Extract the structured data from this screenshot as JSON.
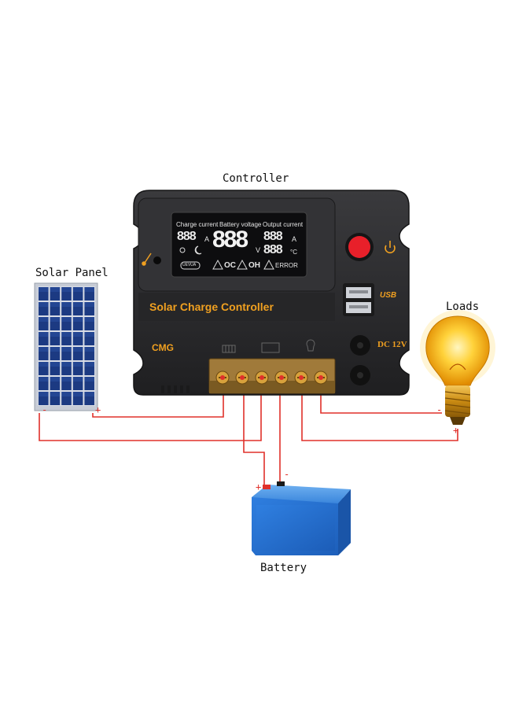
{
  "labels": {
    "controller": "Controller",
    "solar_panel": "Solar Panel",
    "loads": "Loads",
    "battery": "Battery"
  },
  "controller": {
    "brand_text": "Solar Charge Controller",
    "model_text": "CMG",
    "dc_text": "DC 12V",
    "usb_text": "USB",
    "lcd": {
      "charge_current": "Charge current",
      "battery_voltage": "Battery voltage",
      "output_current": "Output current",
      "digits_small": "888",
      "digits_large": "888",
      "unit_a": "A",
      "unit_v": "V",
      "unit_c": "°C",
      "oc": "OC",
      "oh": "OH",
      "error": "ERROR",
      "uevua": "UEVUA"
    }
  },
  "polarity": {
    "plus": "+",
    "minus": "-"
  },
  "colors": {
    "wire": "#e0302a",
    "body": "#2b2b2d",
    "accent": "#f0a020",
    "lcd_bg": "#0d0d0f",
    "panel_blue": "#1f3f8a",
    "battery_blue": "#3a7fd9",
    "power_button": "#e8202a"
  }
}
